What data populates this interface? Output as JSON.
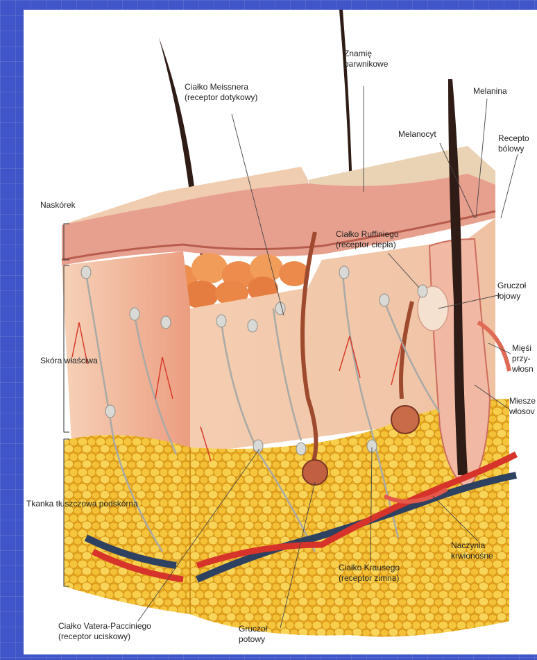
{
  "labels": {
    "naskorek": "Naskórek",
    "skora_wlasciwa": "Skóra właściwa",
    "tkanka": "Tkanka tłuszczowa podskórna",
    "meissner_1": "Ciałko Meissnera",
    "meissner_2": "(receptor dotykowy)",
    "znamie_1": "Znamię",
    "znamie_2": "barwnikowe",
    "melanina": "Melanina",
    "melanocyt": "Melanocyt",
    "receptor_bol_1": "Recepto",
    "receptor_bol_2": "bólowy",
    "ruffini_1": "Ciałko Ruffiniego",
    "ruffini_2": "(receptor ciepła)",
    "gruczol_loj_1": "Gruczoł",
    "gruczol_loj_2": "łojowy",
    "miesien_1": "Mięśi",
    "miesien_2": "przy-",
    "miesien_3": "włosn",
    "mieszek_1": "Miesze",
    "mieszek_2": "włosov",
    "naczynia_1": "Naczynia",
    "naczynia_2": "krwionośne",
    "krause_1": "Ciałko Krausego",
    "krause_2": "(receptor zimna)",
    "gruczol_pot_1": "Gruczoł",
    "gruczol_pot_2": "potowy",
    "vater_1": "Ciałko Vatera-Pacciniego",
    "vater_2": "(receptor uciskowy)"
  },
  "colors": {
    "background": "#3f55c8",
    "epidermis": "#e8a08e",
    "dermis": "#f2c7ab",
    "fat": "#f3c23c",
    "artery": "#d6342a",
    "vein": "#2e4160",
    "nerve": "#a9a9a6",
    "hair": "#3a221c"
  }
}
